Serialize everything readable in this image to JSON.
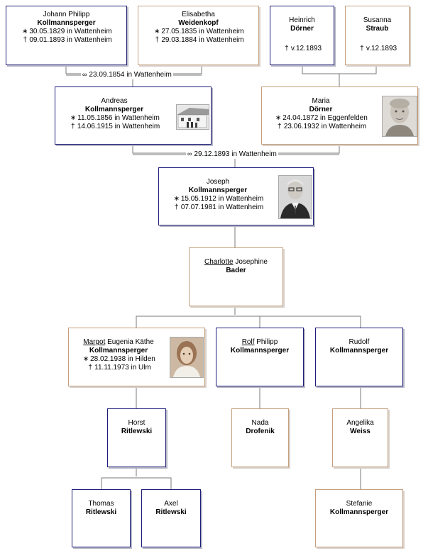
{
  "people": {
    "johann": {
      "given": "Johann Philipp",
      "surname": "Kollmannsperger",
      "birth": "30.05.1829 in Wattenheim",
      "death": "09.01.1893 in Wattenheim"
    },
    "elisabetha": {
      "given": "Elisabetha",
      "surname": "Weidenkopf",
      "birth": "27.05.1835 in Wattenheim",
      "death": "29.03.1884 in Wattenheim"
    },
    "heinrich": {
      "given": "Heinrich",
      "surname": "Dörner",
      "death": "v.12.1893"
    },
    "susanna": {
      "given": "Susanna",
      "surname": "Straub",
      "death": "v.12.1893"
    },
    "andreas": {
      "given": "Andreas",
      "surname": "Kollmannsperger",
      "birth": "11.05.1856 in Wattenheim",
      "death": "14.06.1915 in Wattenheim"
    },
    "maria": {
      "given": "Maria",
      "surname": "Dörner",
      "birth": "24.04.1872 in Eggenfelden",
      "death": "23.06.1932 in Wattenheim"
    },
    "joseph": {
      "given": "Joseph",
      "surname": "Kollmannsperger",
      "birth": "15.05.1912 in Wattenheim",
      "death": "07.07.1981 in Wattenheim"
    },
    "charlotte": {
      "given_call": "Charlotte",
      "given_rest": " Josephine",
      "surname": "Bader"
    },
    "margot": {
      "given_call": "Margot",
      "given_rest": " Eugenia Käthe",
      "surname": "Kollmannsperger",
      "birth": "28.02.1938 in Hilden",
      "death": "11.11.1973 in Ulm"
    },
    "rolf": {
      "given_call": "Rolf",
      "given_rest": " Philipp",
      "surname": "Kollmannsperger"
    },
    "rudolf": {
      "given": "Rudolf",
      "surname": "Kollmannsperger"
    },
    "horst": {
      "given": "Horst",
      "surname": "Ritlewski"
    },
    "nada": {
      "given": "Nada",
      "surname": "Drofenik"
    },
    "angelika": {
      "given": "Angelika",
      "surname": "Weiss"
    },
    "thomas": {
      "given": "Thomas",
      "surname": "Ritlewski"
    },
    "axel": {
      "given": "Axel",
      "surname": "Ritlewski"
    },
    "stefanie": {
      "given": "Stefanie",
      "surname": "Kollmannsperger"
    }
  },
  "marriages": {
    "m1": "23.09.1854 in Wattenheim",
    "m2": "29.12.1893 in Wattenheim"
  },
  "symbols": {
    "birth": "∗",
    "death": "†",
    "marriage": "∞"
  },
  "colors": {
    "male_border": "#1c1c7a",
    "female_border": "#c59e7c",
    "line": "#808080"
  }
}
